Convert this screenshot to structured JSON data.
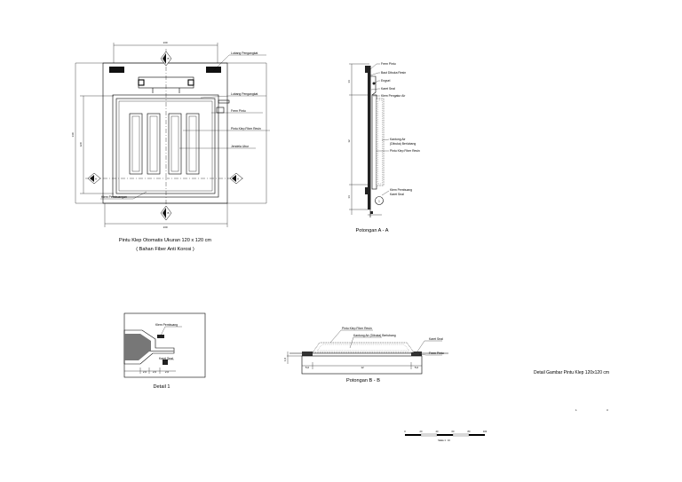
{
  "plan": {
    "caption": "Pintu Klep Otomatis Ukuran 120 x 120 cm",
    "subcaption": "( Bahan Fiber Anti Korosi )",
    "labels": [
      "Lubang Pengangkat",
      "Lubang Pengangkat",
      "Frem Pintu",
      "Pintu Klep Fiber Resin",
      "Jendela Ubur",
      "Klem Pembuangan"
    ],
    "section_markers": [
      "B",
      "B",
      "A",
      "A"
    ],
    "dims": [
      "130",
      "130",
      "120",
      "140"
    ]
  },
  "section_aa": {
    "caption": "Potongan A - A",
    "labels": [
      "Frem Pintu",
      "Baut Dibuka Resin",
      "Engsel",
      "Karet Seal",
      "Klem Pengatur Air",
      "Kantong Air",
      "(Dibuka) Berlubang",
      "Pintu Klep Fiber Resin",
      "Klem Pembuang",
      "Karet Seal"
    ],
    "detail_marker": "1",
    "dims": [
      "14",
      "12",
      "14"
    ]
  },
  "detail_1": {
    "caption": "Detail 1",
    "labels": [
      "Klem Pembuang",
      "Karet Seal"
    ],
    "dims": [
      "2,0",
      "2,0",
      "2,0"
    ]
  },
  "section_bb": {
    "caption": "Potongan B - B",
    "labels": [
      "Pintu Klep Fiber Resin",
      "Kantong Air (Dibuka) Berlubang",
      "Karet Seal",
      "Frem Pintu"
    ],
    "dims": [
      "5,0",
      "12",
      "5,0",
      "1,0"
    ]
  },
  "sheet_title": "Detail Gambar Pintu Klep 120x120 cm",
  "scale_bar": {
    "ticks": [
      "0",
      "20",
      "40",
      "60",
      "80",
      "100"
    ],
    "label": "Skala 1 : 10"
  },
  "page_numbers": [
    "1",
    "3"
  ]
}
